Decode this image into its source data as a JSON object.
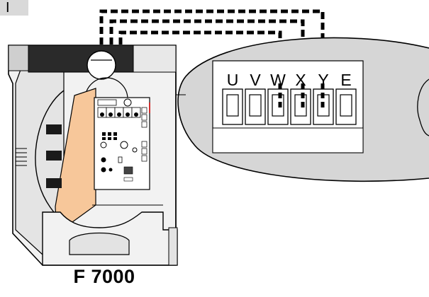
{
  "step_label": "I",
  "model": "F 7000",
  "terminals": [
    "U",
    "V",
    "W",
    "X",
    "Y",
    "E"
  ],
  "wired_terminals": [
    "W",
    "X",
    "Y"
  ],
  "colors": {
    "device_body": "#f2f2f2",
    "device_outline": "#000000",
    "cable_shade": "#bfbfbf",
    "cable_orange": "#f7c79a",
    "pcb": "#ffffff",
    "cap_dark": "#2a2a2a",
    "zoom_fill": "#d6d6d6",
    "wire": "#000000",
    "badge": "#d9d9d9"
  }
}
